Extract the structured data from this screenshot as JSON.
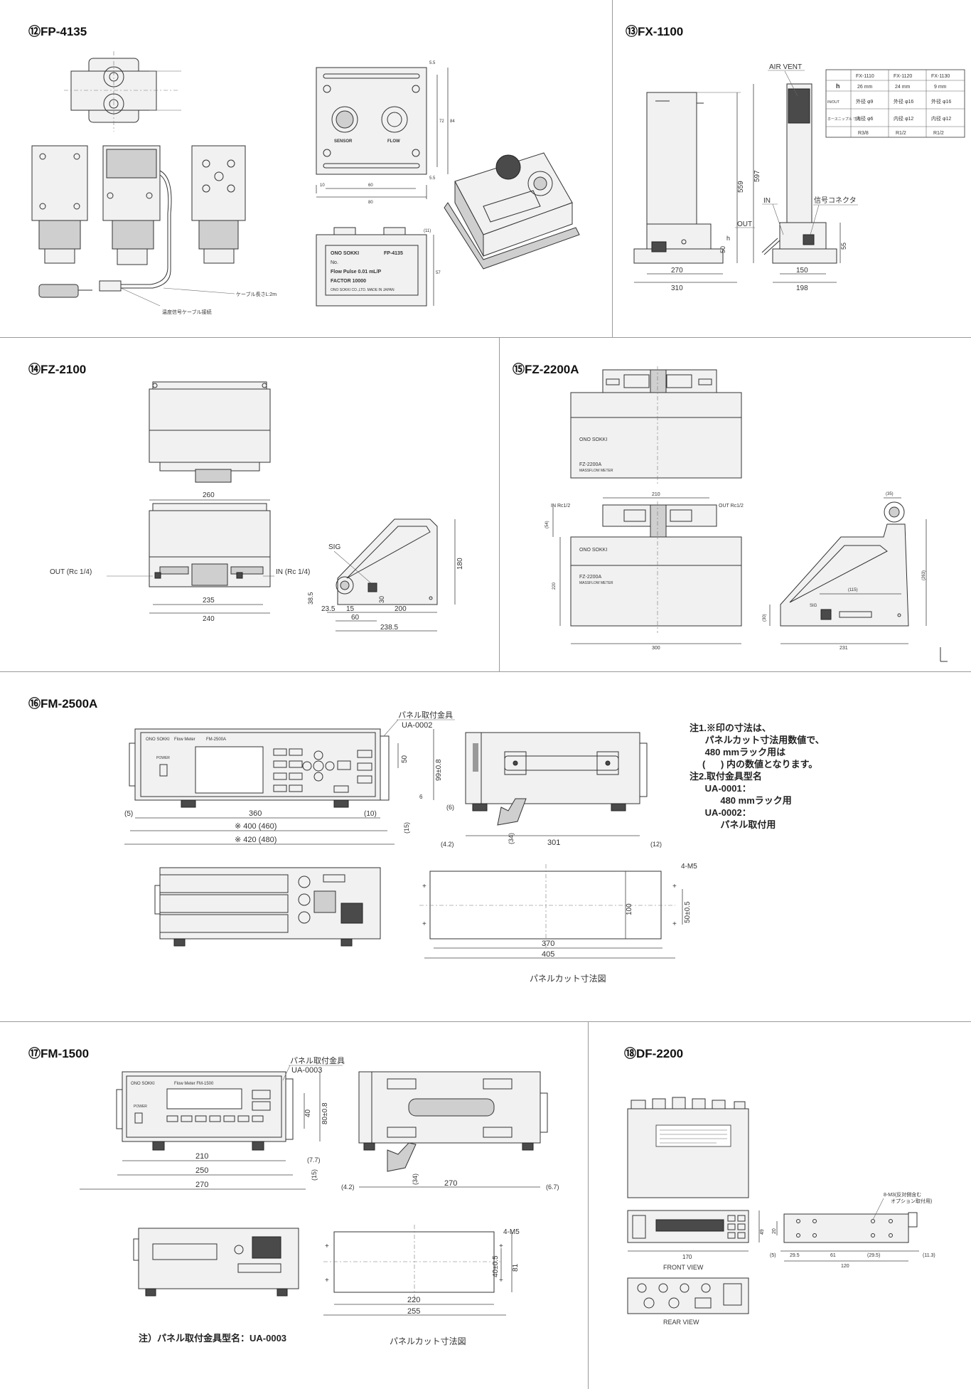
{
  "panels": {
    "p12": {
      "title": "⑫FP-4135",
      "label_cable": "ケーブル長さL:2m",
      "label_connector": "温度信号ケーブル接続",
      "label_sensor": "SENSOR",
      "label_flow": "FLOW",
      "plate_brand": "ONO SOKKI",
      "plate_model": "FP-4135",
      "plate_no": "No.",
      "plate_pulse": "Flow Pulse 0.01 mL/P",
      "plate_factor": "FACTOR 10000",
      "plate_maker": "ONO SOKKI CO.,LTD.   MADE IN JAPAN",
      "dim_10": "10",
      "dim_60": "60",
      "dim_80": "80",
      "dim_72": "72",
      "dim_84": "84",
      "dim_55a": "5.5",
      "dim_55b": "5.5",
      "dim_57": "57",
      "dim_111": "(11)"
    },
    "p13": {
      "title": "⑬FX-1100",
      "label_air_vent": "AIR VENT",
      "label_in": "IN",
      "label_out": "OUT",
      "label_signal": "信号コネクタ",
      "dim_559": "559",
      "dim_597": "597",
      "dim_270": "270",
      "dim_310": "310",
      "dim_50": "50",
      "dim_h": "h",
      "dim_55": "55",
      "dim_150": "150",
      "dim_198": "198",
      "table": {
        "headers": [
          "",
          "FX-1110",
          "FX-1120",
          "FX-1130"
        ],
        "rows": [
          [
            "h",
            "26 mm",
            "24 mm",
            "9 mm"
          ],
          [
            "IN/OUT",
            "外径 φ9",
            "外径 φ16",
            "外径 φ16"
          ],
          [
            "ホースニップル 寸法",
            "内径 φ6",
            "内径 φ12",
            "内径 φ12"
          ],
          [
            "",
            "R3/8",
            "R1/2",
            "R1/2"
          ]
        ]
      }
    },
    "p14": {
      "title": "⑭FZ-2100",
      "label_out": "OUT (Rc 1/4)",
      "label_in": "IN (Rc 1/4)",
      "label_sig": "SIG",
      "dim_260": "260",
      "dim_235": "235",
      "dim_240": "240",
      "dim_180": "180",
      "dim_385": "38.5",
      "dim_30": "30",
      "dim_235b": "23.5",
      "dim_15": "15",
      "dim_200": "200",
      "dim_60": "60",
      "dim_2385": "238.5"
    },
    "p15": {
      "title": "⑮FZ-2200A",
      "brand": "ONO SOKKI",
      "model_line": "FZ-2200A",
      "model_sub": "MASSFLOW METER",
      "label_in": "IN Rc1/2",
      "label_out": "OUT Rc1/2",
      "label_sig": "SIG",
      "dim_210": "210",
      "dim_35": "(35)",
      "dim_54": "(54)",
      "dim_220": "220",
      "dim_263": "(263)",
      "dim_115": "(115)",
      "dim_30": "(30)",
      "dim_300": "300",
      "dim_231": "231"
    },
    "p16": {
      "title": "⑯FM-2500A",
      "label_bracket": "パネル取付金具",
      "label_bracket_model": "UA-0002",
      "display_brand": "ONO SOKKI",
      "display_title": "Flow Meter",
      "display_model": "FM-2500A",
      "label_power": "POWER",
      "dim_50": "50",
      "dim_99": "99±0.8",
      "dim_5": "(5)",
      "dim_360": "360",
      "dim_10": "(10)",
      "dim_15": "(15)",
      "dim_400": "※ 400  (460)",
      "dim_420": "※ 420  (480)",
      "dim_6": "(6)",
      "dim_34": "(34)",
      "dim_42": "(4.2)",
      "dim_301": "301",
      "dim_12": "(12)",
      "dim_100": "100",
      "dim_50b": "50±0.5",
      "dim_4m5": "4-M5",
      "dim_370": "370",
      "dim_405": "405",
      "caption": "パネルカット寸法図",
      "notes": [
        "注1.※印の寸法は、",
        "      パネルカット寸法用数値で、",
        "      480 mmラック用は",
        "     (      ) 内の数値となります。",
        "注2.取付金具型名",
        "      UA-0001：",
        "            480 mmラック用",
        "      UA-0002：",
        "            パネル取付用"
      ]
    },
    "p17": {
      "title": "⑰FM-1500",
      "label_bracket": "パネル取付金具",
      "label_bracket_model": "UA-0003",
      "display_brand": "ONO SOKKI",
      "display_title": "Flow Meter  FM-1500",
      "label_power": "POWER",
      "dim_40": "40",
      "dim_80": "80±0.8",
      "dim_210": "210",
      "dim_250": "250",
      "dim_270": "270",
      "dim_77": "(7.7)",
      "dim_15": "(15)",
      "dim_42": "(4.2)",
      "dim_270b": "270",
      "dim_67": "(6.7)",
      "dim_34": "(34)",
      "dim_4m5": "4-M5",
      "dim_81": "81",
      "dim_40b": "40±0.5",
      "dim_220": "220",
      "dim_255": "255",
      "caption": "パネルカット寸法図",
      "note": "注）パネル取付金具型名：UA-0003"
    },
    "p18": {
      "title": "⑱DF-2200",
      "label_front": "FRONT VIEW",
      "label_rear": "REAR VIEW",
      "label_screws": "8-M3(反対側含む",
      "label_screws2": "オプション取付用)",
      "dim_170": "170",
      "dim_49": "49",
      "dim_20": "20",
      "dim_5": "(5)",
      "dim_295": "29.5",
      "dim_61": "61",
      "dim_295b": "(29.5)",
      "dim_120": "120",
      "dim_113": "(11.3)"
    }
  }
}
